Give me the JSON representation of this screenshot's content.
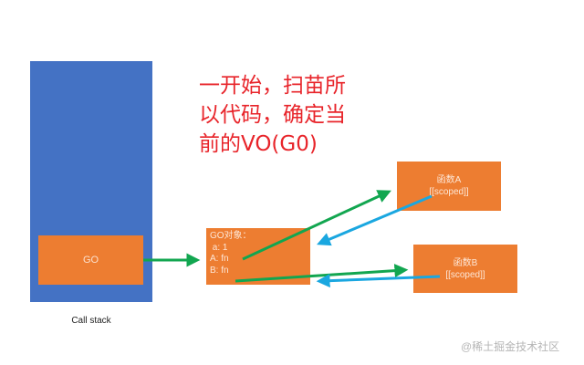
{
  "call_stack": {
    "label": "Call stack",
    "frames": [
      {
        "label": "GO"
      }
    ]
  },
  "annotation": {
    "lines": [
      "一开始，扫苗所",
      "以代码，确定当",
      "前的VO(G0)"
    ]
  },
  "global_object": {
    "title": "GO对象：",
    "props": [
      " a: 1",
      "A: fn",
      "B: fn"
    ]
  },
  "functions": [
    {
      "name": "函数A",
      "scope": "[[scoped]]"
    },
    {
      "name": "函数B",
      "scope": "[[scoped]]"
    }
  ],
  "colors": {
    "stack": "#4472c4",
    "box": "#ed7d31",
    "annotation": "#e8242a",
    "green_arrow": "#12a650",
    "blue_arrow": "#1aa7e0"
  },
  "watermark": "@稀土掘金技术社区"
}
